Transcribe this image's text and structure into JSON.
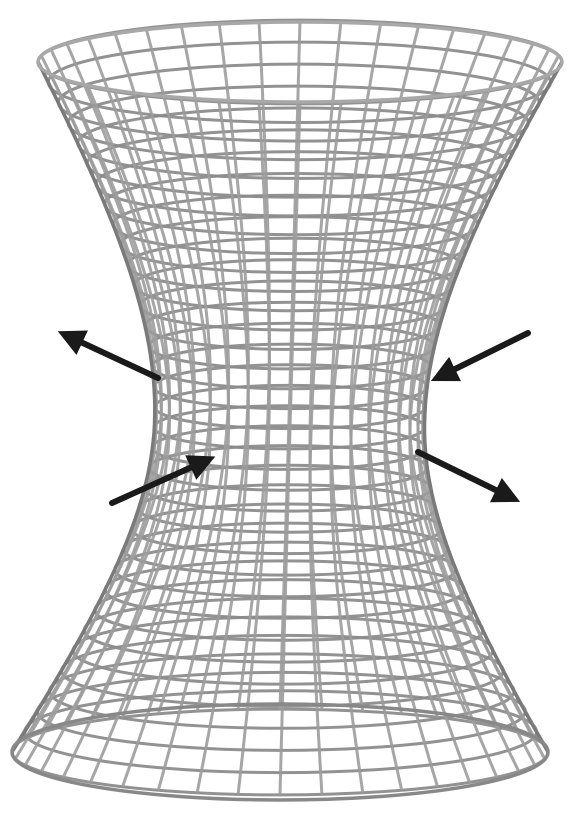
{
  "figure": {
    "subject": "hyperboloid-surface",
    "colors": {
      "mesh": "#8c8c8c",
      "rim": "#9a9a9a",
      "arrow": "#1a1a1a",
      "background": "#ffffff"
    },
    "arrows": [
      {
        "name": "arrow-left-outward",
        "direction": "outward",
        "side": "left",
        "level": "upper"
      },
      {
        "name": "arrow-right-inward",
        "direction": "inward",
        "side": "right",
        "level": "upper"
      },
      {
        "name": "arrow-left-inward",
        "direction": "inward",
        "side": "left",
        "level": "lower"
      },
      {
        "name": "arrow-right-outward",
        "direction": "outward",
        "side": "right",
        "level": "lower"
      }
    ]
  }
}
